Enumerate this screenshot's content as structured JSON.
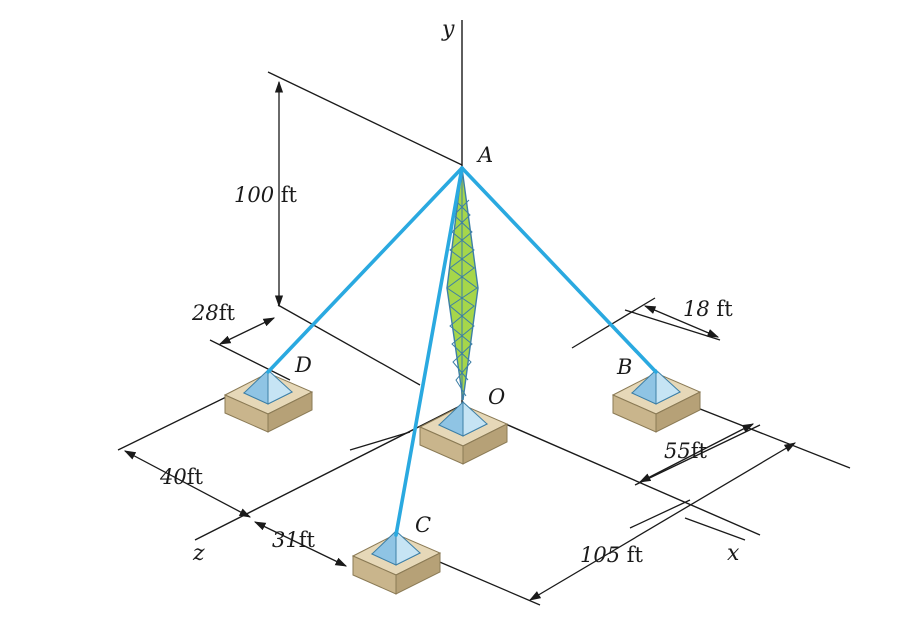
{
  "points": {
    "A": "A",
    "B": "B",
    "C": "C",
    "D": "D",
    "O": "O"
  },
  "axes": {
    "x": "x",
    "y": "y",
    "z": "z"
  },
  "dimensions": {
    "height": "100",
    "dx_D": "28",
    "dx_B": "18",
    "dz_B": "55",
    "dz_D": "40",
    "dx_C": "31",
    "dz_C": "105",
    "unit": "ft"
  },
  "colors": {
    "cable": "#2aa9e0",
    "tower": "#a6d64a",
    "tower_outline": "#3d7fa6",
    "base_top": "#e6d8b8",
    "base_side": "#c9b58c",
    "anchor": "#a9d4ec"
  }
}
